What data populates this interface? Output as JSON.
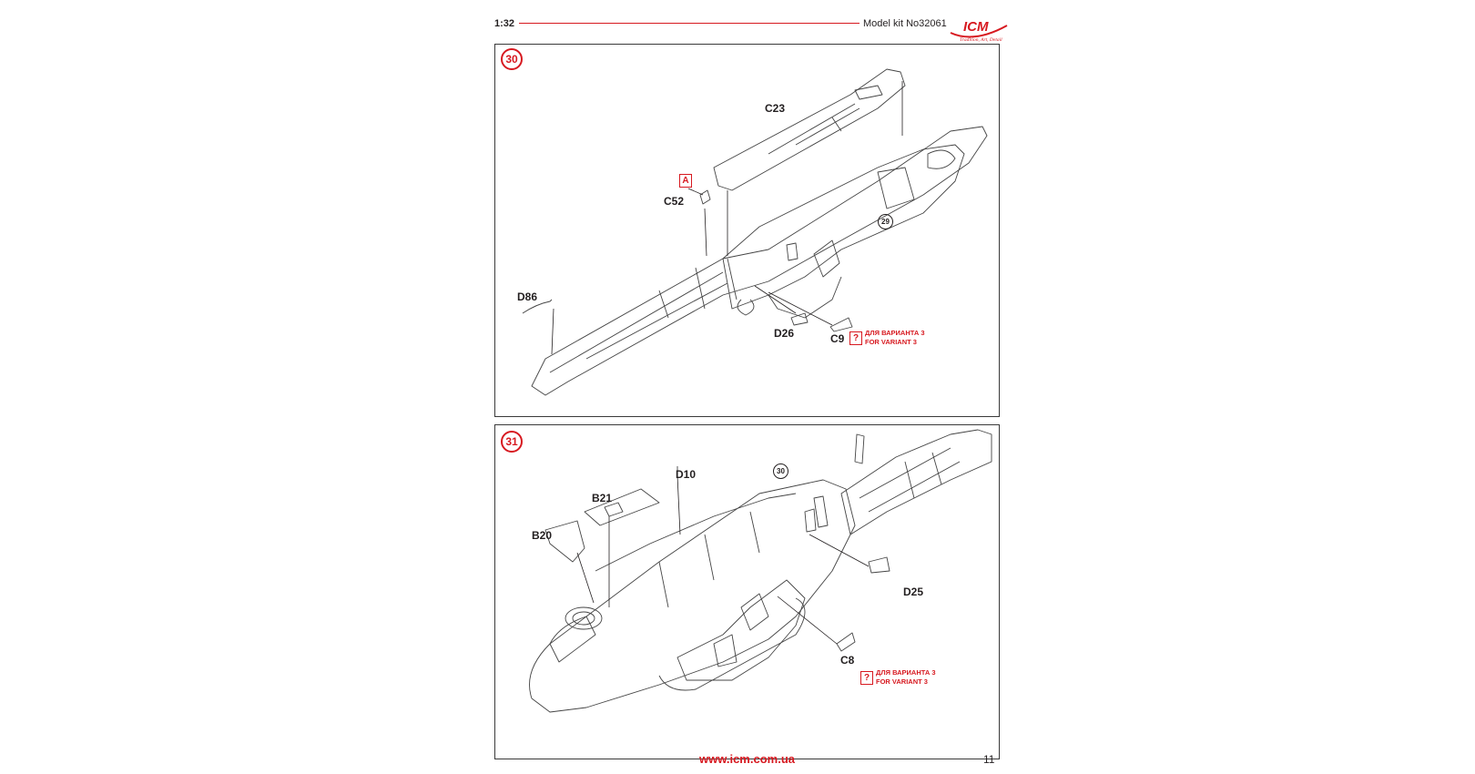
{
  "header": {
    "scale": "1:32",
    "model_kit": "Model kit No32061",
    "logo_text": "ICM",
    "logo_tagline": "Tradition, Art, Detail"
  },
  "accent_color": "#d71920",
  "step30": {
    "number": "30",
    "ref": "29",
    "labels": {
      "c23": "C23",
      "c52": "C52",
      "a_box": "A",
      "d86": "D86",
      "d26": "D26",
      "c9": "C9"
    },
    "question": "?",
    "variant_ru": "ДЛЯ ВАРИАНТА 3",
    "variant_en": "FOR VARIANT 3"
  },
  "step31": {
    "number": "31",
    "ref": "30",
    "labels": {
      "b21": "B21",
      "b20": "B20",
      "d10": "D10",
      "d25": "D25",
      "c8": "C8"
    },
    "question": "?",
    "variant_ru": "ДЛЯ ВАРИАНТА 3",
    "variant_en": "FOR VARIANT 3"
  },
  "footer": {
    "url": "www.icm.com.ua",
    "page_number": "11"
  }
}
